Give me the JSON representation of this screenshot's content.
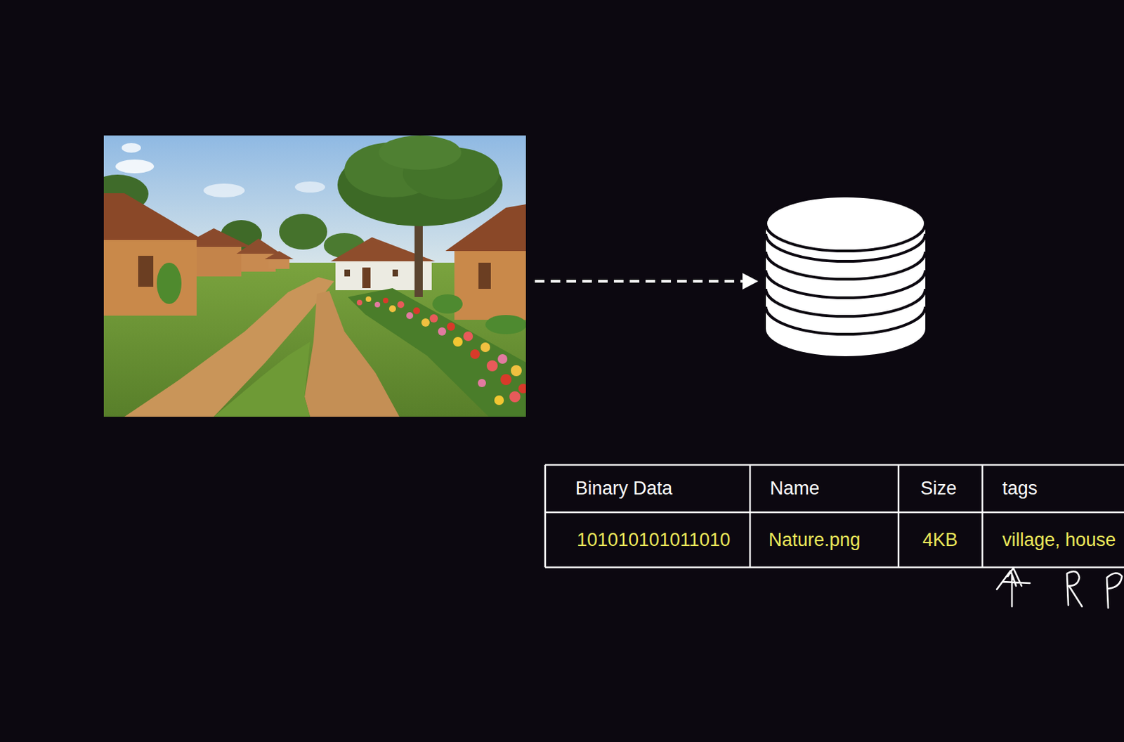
{
  "diagram": {
    "labels": [
      "Binary Data",
      "Name",
      "Size",
      "tags",
      "101010101011010",
      "Nature.png",
      "4KB",
      "village, house"
    ]
  }
}
